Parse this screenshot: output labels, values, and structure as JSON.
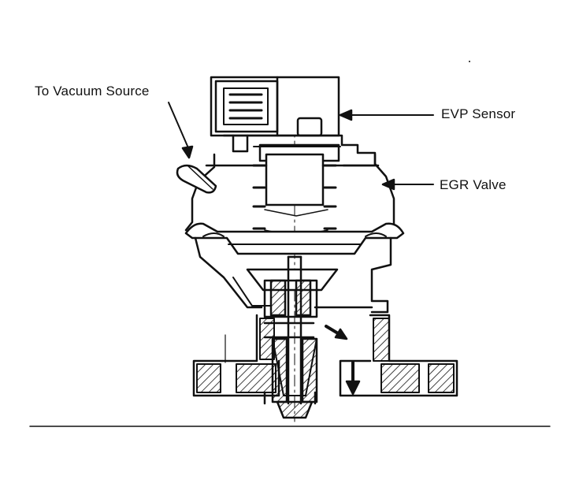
{
  "labels": {
    "vacuum": "To Vacuum Source",
    "evp": "EVP Sensor",
    "egr": "EGR Valve"
  },
  "colors": {
    "ink": "#111111",
    "paper": "#ffffff"
  }
}
